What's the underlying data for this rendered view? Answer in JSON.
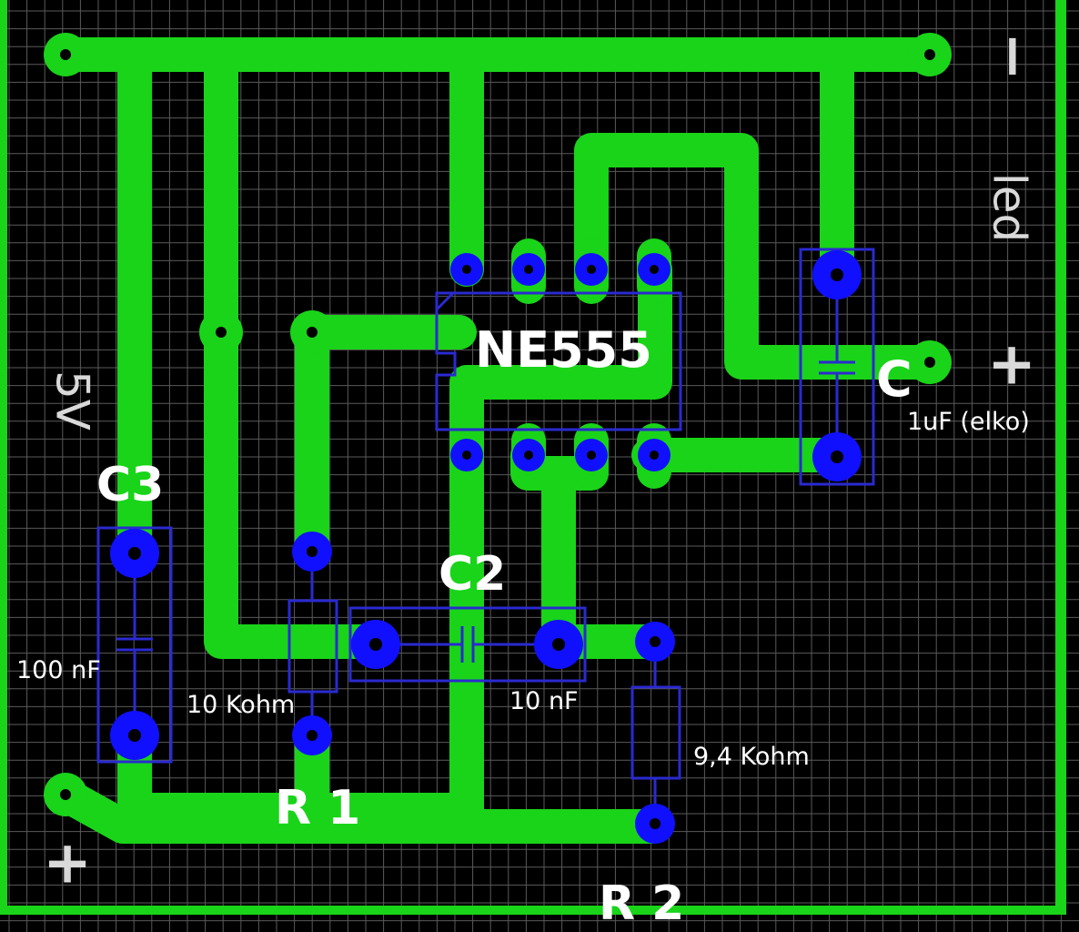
{
  "colors": {
    "background": "#000000",
    "grid": "#5a5a5a",
    "trace": "#19d419",
    "pad": "#1010ff",
    "outline": "#2a2ad0",
    "text": "#ffffff",
    "symbol_text": "#d9d9d9"
  },
  "components": {
    "ic": {
      "label": "NE555"
    },
    "c": {
      "label": "C",
      "value": "1uF (elko)"
    },
    "c2": {
      "label": "C2",
      "value": "10 nF"
    },
    "c3": {
      "label": "C3",
      "value": "100 nF"
    },
    "r1": {
      "label": "R 1",
      "value": "10 Kohm"
    },
    "r2": {
      "label": "R 2",
      "value": "9,4 Kohm"
    }
  },
  "markings": {
    "minus": "−",
    "plus_right": "+",
    "plus_bottom": "+",
    "led": "led",
    "voltage": "5V"
  }
}
